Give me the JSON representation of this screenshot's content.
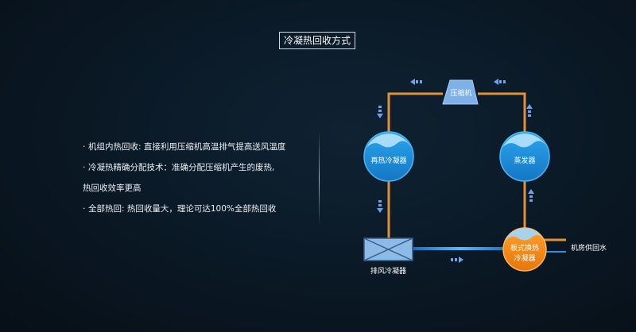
{
  "title": "冷凝热回收方式",
  "bullets": [
    {
      "dot": "·",
      "text": "机组内热回收: 直接利用压缩机高温排气提高送风温度"
    },
    {
      "dot": "·",
      "text": "冷凝热精确分配技术：准确分配压缩机产生的废热,"
    },
    {
      "dot": "",
      "text": "热回收效率更高"
    },
    {
      "dot": "·",
      "text": "全部热回: 热回收量大，理论可达100%全部热回收"
    }
  ],
  "diagram": {
    "compressor": "压缩机",
    "reheat_condenser": "再热冷凝器",
    "evaporator": "蒸发器",
    "plate_exchanger_line1": "板式换热",
    "plate_exchanger_line2": "冷凝器",
    "exhaust_condenser": "排风冷凝器",
    "return_water": "机房供回水"
  },
  "colors": {
    "pipe": "#e0913a",
    "water_pipe": "#2e8fe0",
    "arrow": "#6fa2e8",
    "sphere_blue": "#1f8fd8",
    "sphere_orange": "#f28a12",
    "compressor": "#7fb0ea",
    "exhaust_box": "#8cbbe8"
  }
}
